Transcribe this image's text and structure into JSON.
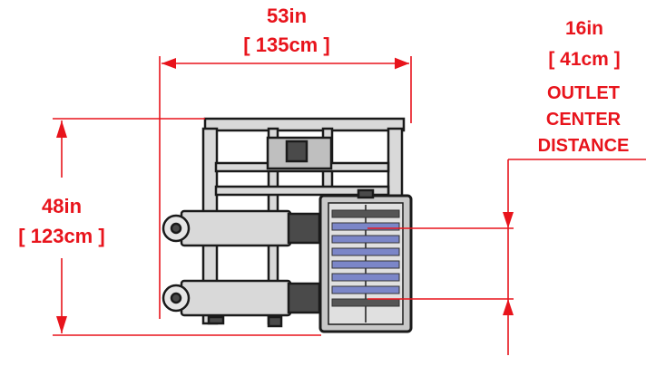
{
  "colors": {
    "dimension": "#e8141c",
    "machine_outline": "#1a1a1a",
    "machine_fill": "#d9d9d9",
    "machine_dark": "#4a4a4a",
    "grate_fill": "#c8c8c8",
    "slat_highlight": "#7b86c8"
  },
  "dimensions": {
    "width": {
      "imperial": "53in",
      "metric": "[ 135cm ]"
    },
    "depth": {
      "imperial": "48in",
      "metric": "[ 123cm ]"
    },
    "outlet": {
      "imperial": "16in",
      "metric": "[ 41cm ]",
      "caption": [
        "OUTLET",
        "CENTER",
        "DISTANCE"
      ]
    }
  }
}
